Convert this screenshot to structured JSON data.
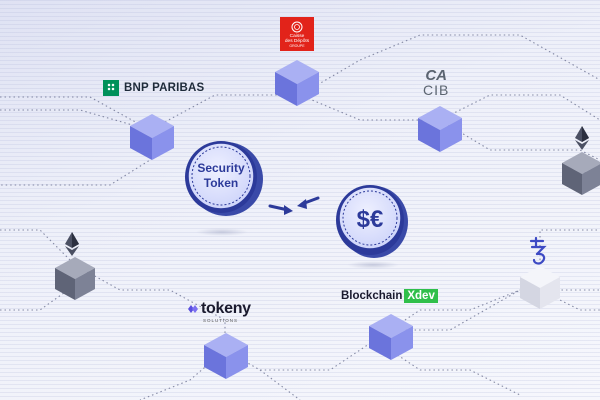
{
  "security_token": {
    "line1": "Security",
    "line2": "Token"
  },
  "currency_coin": {
    "symbol": "$€"
  },
  "logos": {
    "bnp": "BNP PARIBAS",
    "caisse_line1": "Caisse",
    "caisse_line2": "des Dépôts",
    "caisse_line3": "GROUPE",
    "ca": "CA",
    "cib": "CIB",
    "tokeny": "tokeny",
    "tokeny_sub": "SOLUTIONS",
    "blockchain": "Blockchain",
    "xdev": "Xdev"
  },
  "colors": {
    "cube_blue": "#7d86e8",
    "cube_grey": "#7a7f92",
    "cube_white": "#e6e7ef",
    "coin_fill": "#dfe3fb",
    "coin_edge": "#3a4aa8",
    "accent": "#2c3a9a",
    "caisse_red": "#e2231a",
    "bnp_green": "#00915a",
    "xdev_green": "#2fbf4a"
  },
  "icons": [
    "ethereum-icon",
    "tezos-icon",
    "exchange-arrows-icon",
    "bnp-stars-icon",
    "ca-logo-icon",
    "tokeny-logo-icon"
  ]
}
